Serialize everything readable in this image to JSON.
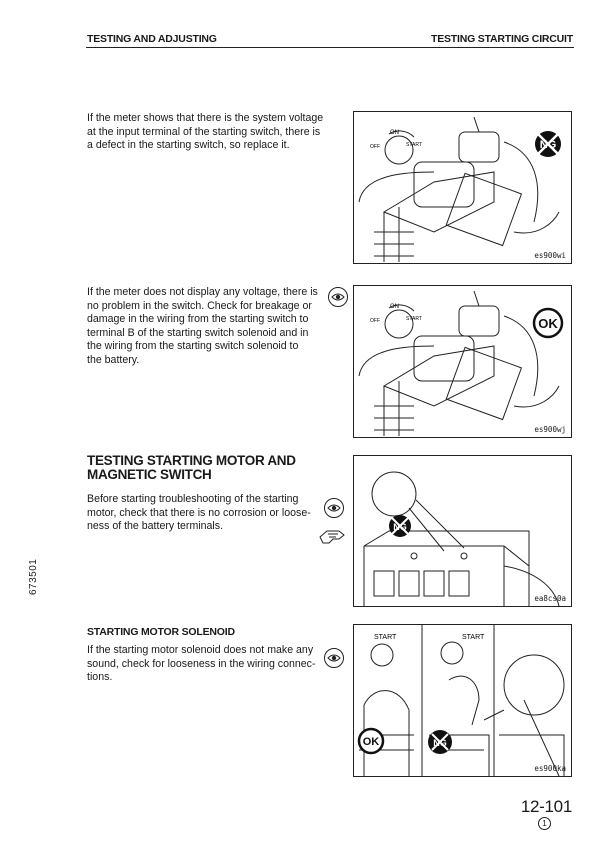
{
  "header": {
    "left": "TESTING AND ADJUSTING",
    "right": "TESTING STARTING CIRCUIT"
  },
  "side_code": "673501",
  "paragraphs": {
    "p1": "If the meter shows that there is the system voltage\nat the input terminal of the starting switch, there is\na defect in the starting switch, so replace it.",
    "p2": "If the meter does not display any voltage, there is\nno problem in the switch. Check for breakage or\ndamage in the wiring from the starting switch to\nterminal B of the starting switch solenoid and in\nthe wiring from the starting switch  solenoid  to\nthe battery.",
    "p3": "Before starting troubleshooting of the starting\nmotor, check that there is no corrosion or loose-\nness of the battery terminals.",
    "p4": "If the starting motor solenoid does not make any\nsound, check for looseness in the wiring connec-\ntions."
  },
  "section_heading": "TESTING STARTING MOTOR AND\nMAGNETIC SWITCH",
  "sub_heading": "STARTING MOTOR SOLENOID",
  "figures": {
    "fig1": {
      "code": "es900wi",
      "switch_on": "ON",
      "switch_off": "OFF",
      "switch_start": "START",
      "badge": "NG"
    },
    "fig2": {
      "code": "es900wj",
      "switch_on": "ON",
      "switch_off": "OFF",
      "switch_start": "START",
      "badge": "OK"
    },
    "fig3": {
      "code": "ea8cs0a",
      "badge": "NG"
    },
    "fig4": {
      "code": "es900ka",
      "start_left": "START",
      "start_right": "START",
      "badge_left": "OK",
      "badge_right": "NG"
    }
  },
  "page_number": "12-101",
  "revision": "1"
}
